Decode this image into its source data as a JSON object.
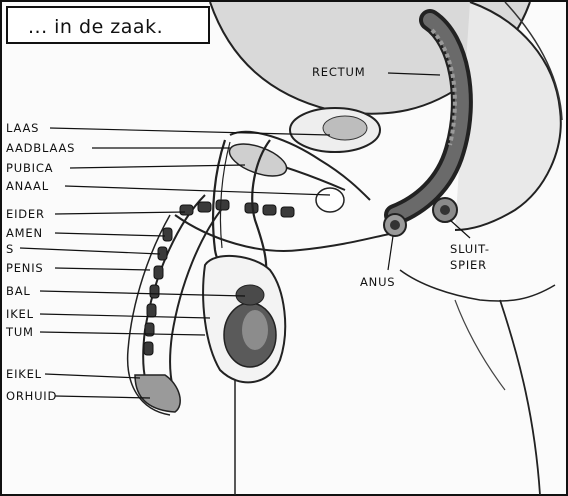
{
  "caption": "... in de zaak.",
  "labels_left": [
    "LAAS",
    "AADBLAAS",
    "PUBICA",
    "ANAAL",
    "EIDER",
    "AMEN",
    "S",
    "PENIS",
    "BAL",
    "IKEL",
    "TUM",
    "EIKEL",
    "ORHUID"
  ],
  "labels_right": {
    "rectum": "RECTUM",
    "anus": "ANUS",
    "sluitspier_1": "SLUIT-",
    "sluitspier_2": "SPIER"
  }
}
